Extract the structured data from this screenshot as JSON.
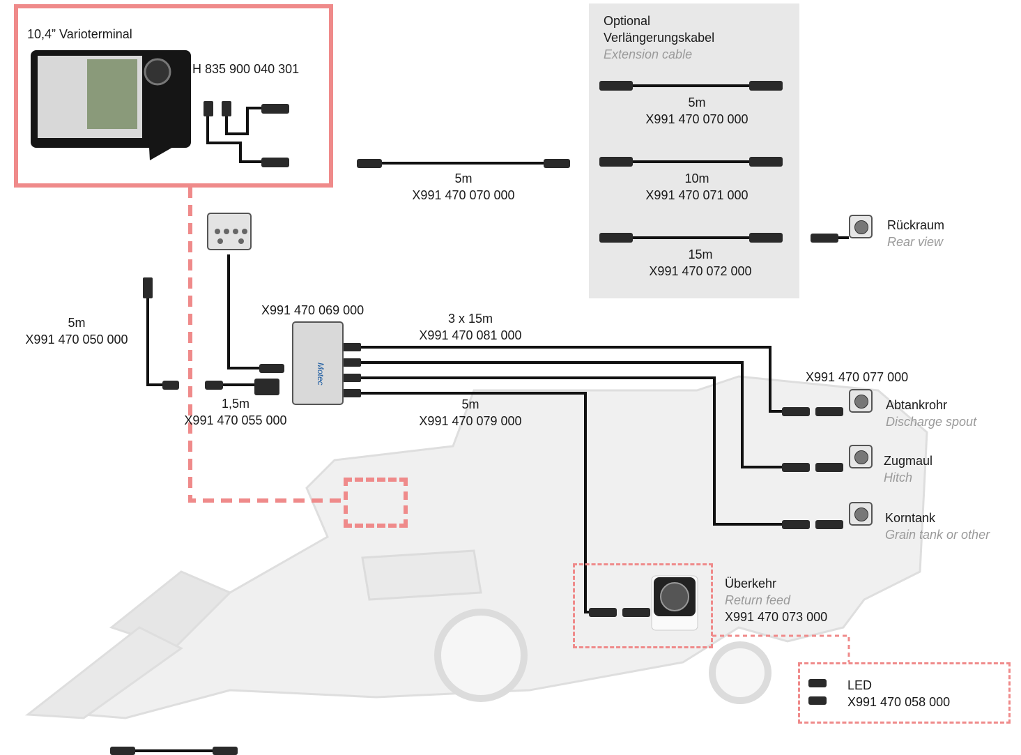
{
  "terminal": {
    "title": "10,4” Varioterminal",
    "part": "H 835 900 040 301"
  },
  "optional": {
    "title_de": "Optional",
    "subtitle_de": "Verlängerungskabel",
    "subtitle_en": "Extension cable",
    "cables": [
      {
        "length": "5m",
        "part": "X991 470 070 000"
      },
      {
        "length": "10m",
        "part": "X991 470 071 000"
      },
      {
        "length": "15m",
        "part": "X991 470 072 000"
      }
    ]
  },
  "main_ext": {
    "length": "5m",
    "part": "X991 470 070 000"
  },
  "rear": {
    "de": "Rückraum",
    "en": "Rear view"
  },
  "left_cable": {
    "length": "5m",
    "part": "X991 470 050 000"
  },
  "hub": {
    "part": "X991 470 069 000"
  },
  "adapter": {
    "length": "1,5m",
    "part": "X991 470 055 000"
  },
  "multi": {
    "length": "3 x 15m",
    "part": "X991 470 081 000"
  },
  "single": {
    "length": "5m",
    "part": "X991 470 079 000"
  },
  "camera_part": "X991 470 077 000",
  "cams": [
    {
      "de": "Abtankrohr",
      "en": "Discharge spout"
    },
    {
      "de": "Zugmaul",
      "en": "Hitch"
    },
    {
      "de": "Korntank",
      "en": "Grain tank or other"
    }
  ],
  "return_feed": {
    "de": "Überkehr",
    "en": "Return feed",
    "part": "X991 470 073 000"
  },
  "led": {
    "label": "LED",
    "part": "X991 470 058 000"
  },
  "colors": {
    "accent": "#ef8a8a",
    "cable": "#111111",
    "panel": "#e8e8e8"
  }
}
